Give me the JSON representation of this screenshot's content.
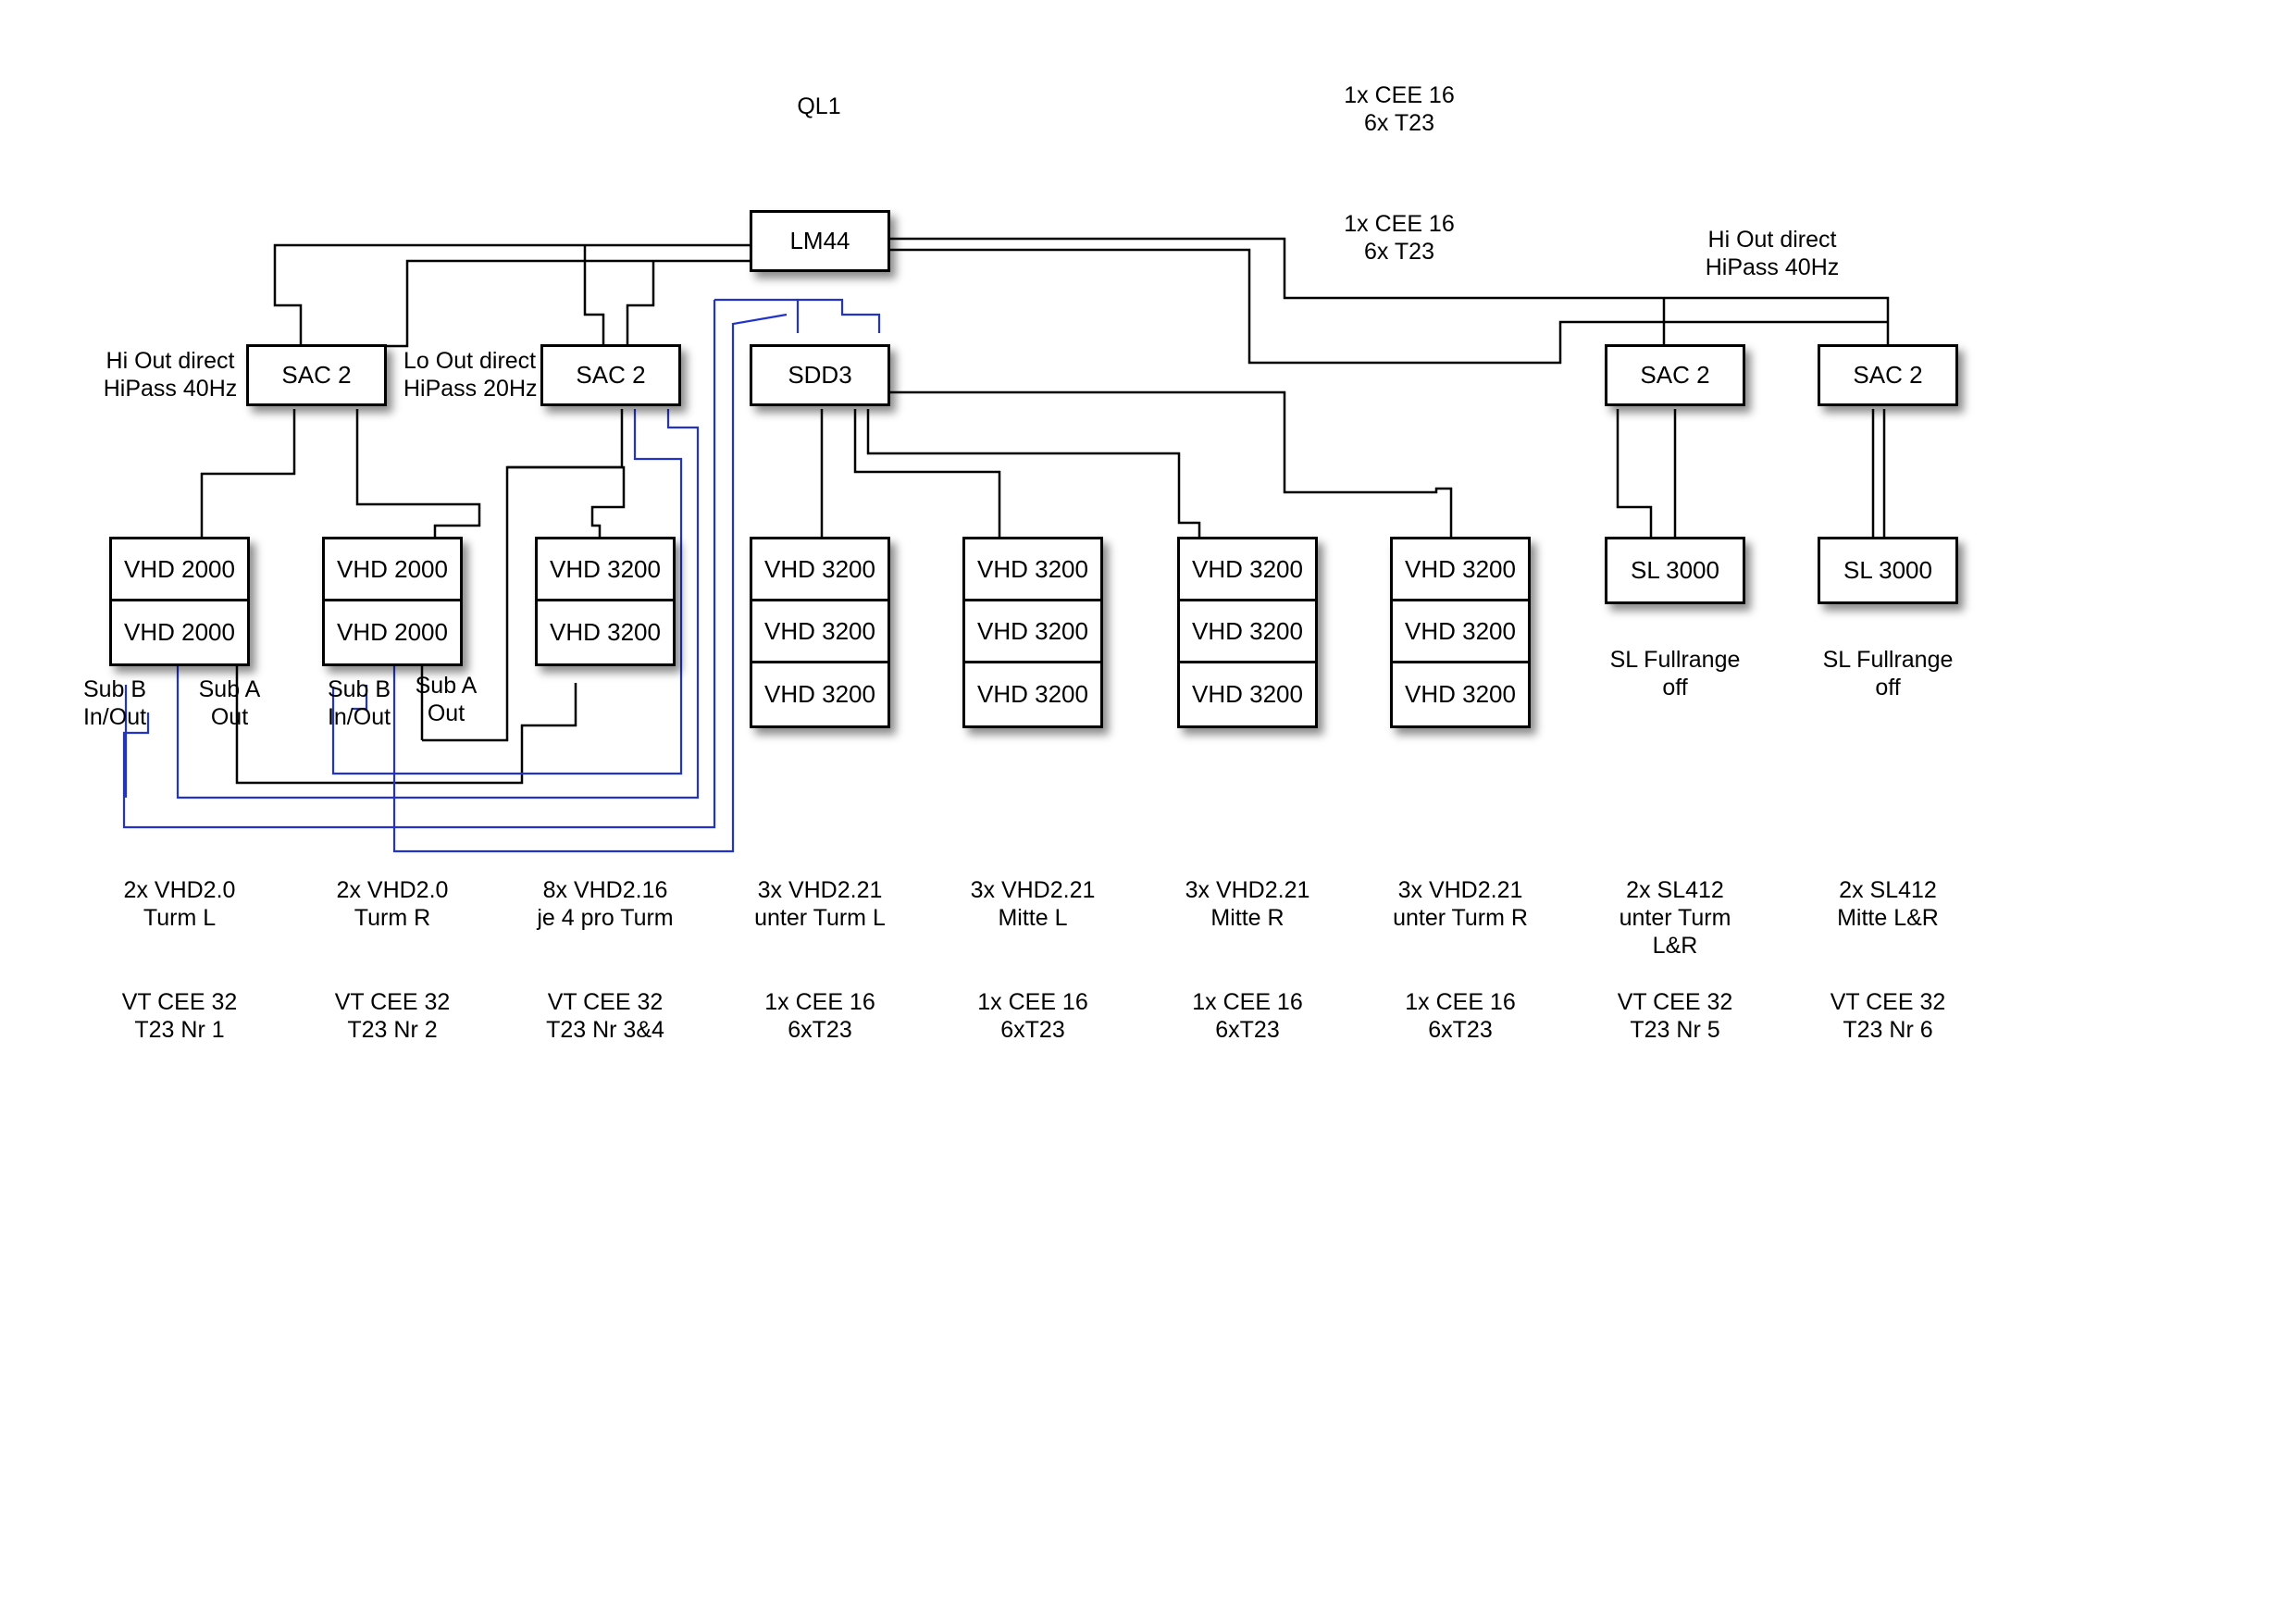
{
  "header": {
    "console": "QL1",
    "power_top": [
      "1x CEE 16",
      "6x T23"
    ],
    "power_mid": [
      "1x CEE 16",
      "6x T23"
    ],
    "hi_out_right": [
      "Hi Out direct",
      "HiPass 40Hz"
    ]
  },
  "processors": {
    "lm44": "LM44",
    "sac_a": "SAC 2",
    "sac_b": "SAC 2",
    "sdd3": "SDD3",
    "sac_c": "SAC 2",
    "sac_d": "SAC 2"
  },
  "notes": {
    "sac_a_out": [
      "Hi Out direct",
      "HiPass 40Hz"
    ],
    "sac_b_out": [
      "Lo Out direct",
      "HiPass 20Hz"
    ],
    "sub_b_1": [
      "Sub B",
      "In/Out"
    ],
    "sub_a_1": [
      "Sub A",
      "Out"
    ],
    "sub_b_2": [
      "Sub B",
      "In/Out"
    ],
    "sub_a_2": [
      "Sub A",
      "Out"
    ],
    "sl_note_1": [
      "SL Fullrange",
      "off"
    ],
    "sl_note_2": [
      "SL Fullrange",
      "off"
    ]
  },
  "amp_stacks": [
    {
      "units": [
        "VHD 2000",
        "VHD 2000"
      ],
      "speakers": [
        "2x VHD2.0",
        "Turm L"
      ],
      "power": [
        "VT CEE 32",
        "T23 Nr 1"
      ]
    },
    {
      "units": [
        "VHD 2000",
        "VHD 2000"
      ],
      "speakers": [
        "2x VHD2.0",
        "Turm R"
      ],
      "power": [
        "VT CEE 32",
        "T23 Nr 2"
      ]
    },
    {
      "units": [
        "VHD 3200",
        "VHD 3200"
      ],
      "speakers": [
        "8x VHD2.16",
        "je 4 pro Turm"
      ],
      "power": [
        "VT CEE 32",
        "T23 Nr 3&4"
      ]
    },
    {
      "units": [
        "VHD 3200",
        "VHD 3200",
        "VHD 3200"
      ],
      "speakers": [
        "3x VHD2.21",
        "unter Turm L"
      ],
      "power": [
        "1x CEE 16",
        "6xT23"
      ]
    },
    {
      "units": [
        "VHD 3200",
        "VHD 3200",
        "VHD 3200"
      ],
      "speakers": [
        "3x VHD2.21",
        "Mitte L"
      ],
      "power": [
        "1x CEE 16",
        "6xT23"
      ]
    },
    {
      "units": [
        "VHD 3200",
        "VHD 3200",
        "VHD 3200"
      ],
      "speakers": [
        "3x VHD2.21",
        "Mitte R"
      ],
      "power": [
        "1x CEE 16",
        "6xT23"
      ]
    },
    {
      "units": [
        "VHD 3200",
        "VHD 3200",
        "VHD 3200"
      ],
      "speakers": [
        "3x VHD2.21",
        "unter Turm R"
      ],
      "power": [
        "1x CEE 16",
        "6xT23"
      ]
    },
    {
      "units": [
        "SL 3000"
      ],
      "speakers": [
        "2x SL412",
        "unter Turm",
        "L&R"
      ],
      "power": [
        "VT CEE 32",
        "T23 Nr 5"
      ]
    },
    {
      "units": [
        "SL 3000"
      ],
      "speakers": [
        "2x SL412",
        "Mitte L&R"
      ],
      "power": [
        "VT CEE 32",
        "T23 Nr 6"
      ]
    }
  ],
  "colors": {
    "line": "#000000",
    "link": "#2233cc"
  }
}
